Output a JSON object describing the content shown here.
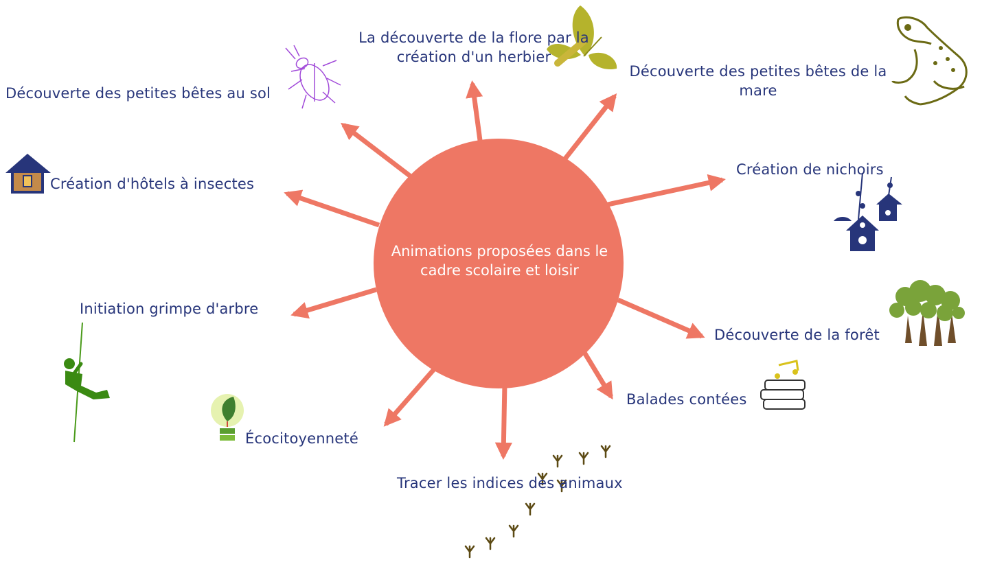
{
  "center": {
    "label": "Animations proposées dans le cadre scolaire et loisir"
  },
  "activities": [
    {
      "id": "flore",
      "label": "La découverte de la flore par la création d'un herbier",
      "icon": "leaf-icon"
    },
    {
      "id": "mare",
      "label": "Découverte des petites bêtes de la mare",
      "icon": "frog-icon"
    },
    {
      "id": "nichoirs",
      "label": "Création de nichoirs",
      "icon": "birdhouse-icon"
    },
    {
      "id": "foret",
      "label": "Découverte de la forêt",
      "icon": "trees-icon"
    },
    {
      "id": "balades",
      "label": "Balades contées",
      "icon": "books-icon"
    },
    {
      "id": "indices",
      "label": "Tracer les indices des animaux",
      "icon": "bird-tracks-icon"
    },
    {
      "id": "ecocitoyennete",
      "label": "Écocitoyenneté",
      "icon": "eco-bulb-icon"
    },
    {
      "id": "grimpe",
      "label": "Initiation grimpe d'arbre",
      "icon": "climber-icon"
    },
    {
      "id": "hotels",
      "label": "Création d'hôtels à insectes",
      "icon": "insect-hotel-icon"
    },
    {
      "id": "sol",
      "label": "Découverte des petites bêtes au sol",
      "icon": "beetle-icon"
    }
  ],
  "colors": {
    "hub": "#ee7764",
    "arrow": "#ee7764",
    "text": "#27357a",
    "hub_text": "#ffffff"
  }
}
